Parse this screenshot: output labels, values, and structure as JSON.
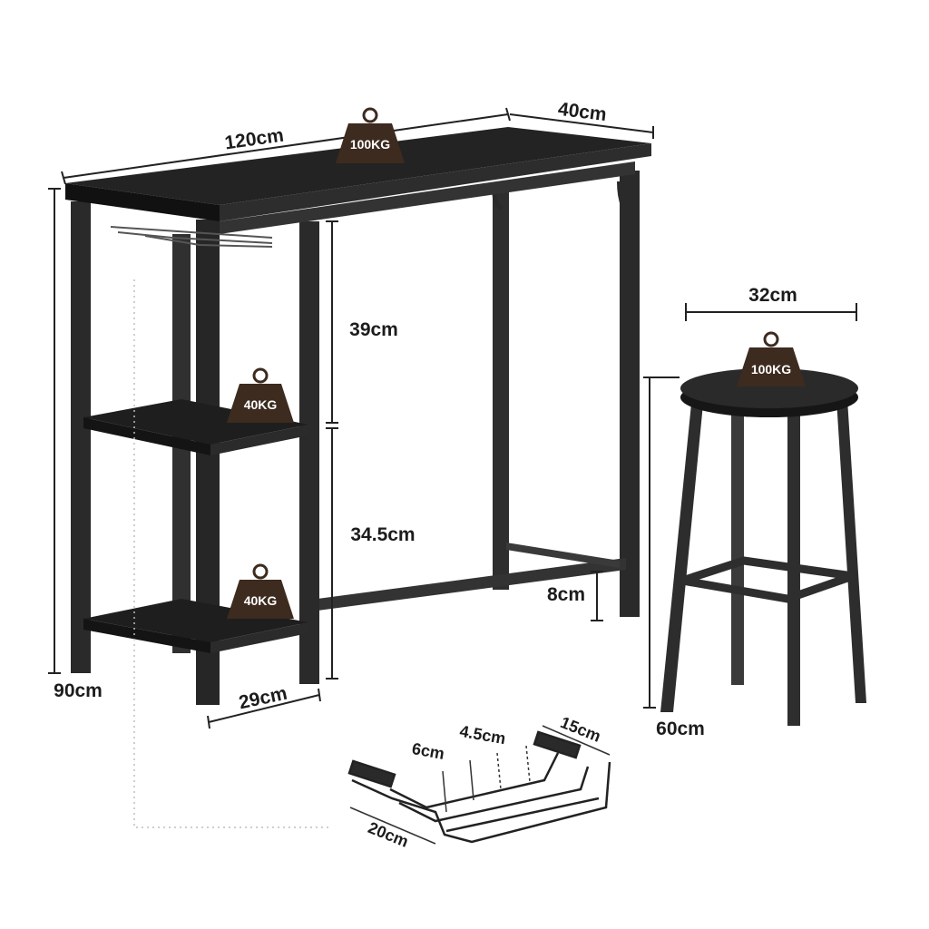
{
  "table": {
    "length": "120cm",
    "depth": "40cm",
    "height": "90cm",
    "top_capacity": "100KG",
    "shelf_depth": "29cm",
    "upper_gap": "39cm",
    "lower_gap": "34.5cm",
    "footrest_height": "8cm",
    "upper_shelf_capacity": "40KG",
    "lower_shelf_capacity": "40KG"
  },
  "stool": {
    "seat_diameter": "32cm",
    "height": "60cm",
    "capacity": "100KG"
  },
  "rack": {
    "spacing_a": "6cm",
    "spacing_b": "4.5cm",
    "width": "15cm",
    "length": "20cm"
  },
  "colors": {
    "frame": "#2a2a2a",
    "wood": "#1f1f1f",
    "badge": "#3d2b1f",
    "line": "#222222"
  }
}
